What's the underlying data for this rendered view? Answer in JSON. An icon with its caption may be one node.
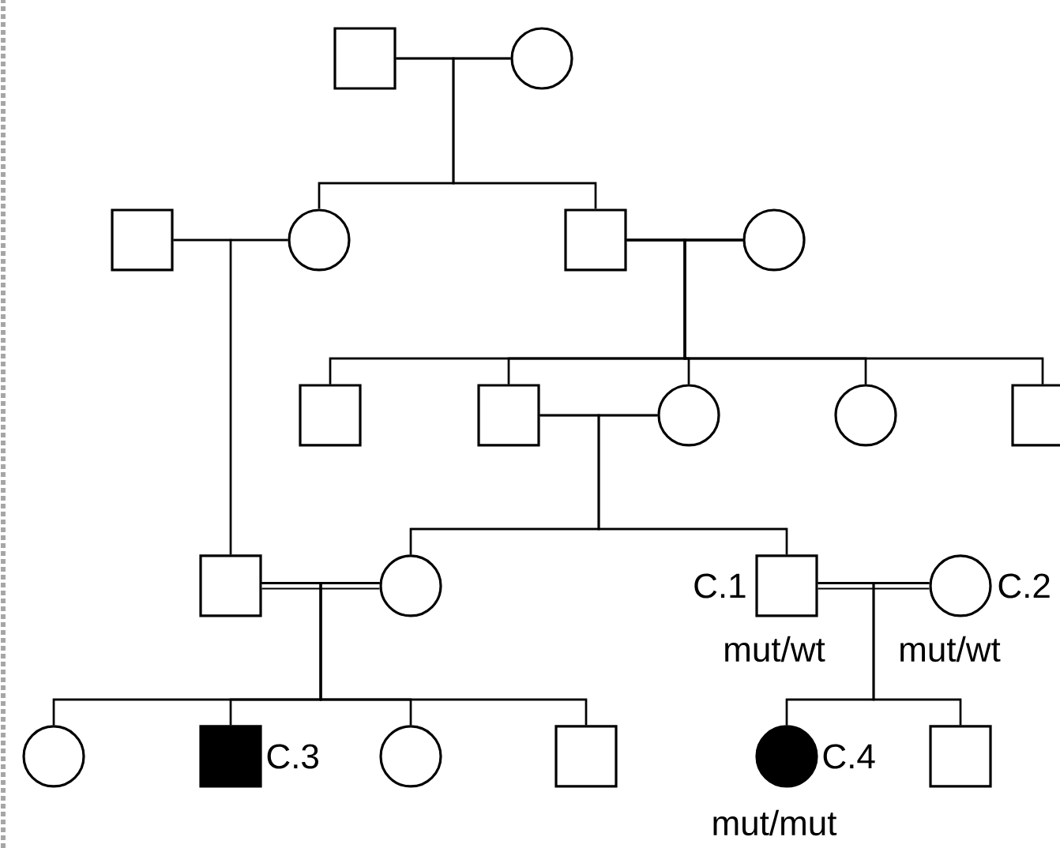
{
  "diagram": {
    "nodes": [
      {
        "text": [],
        "shape": "box"
      },
      {
        "text": [],
        "shape": "circle"
      },
      {
        "text": [],
        "shape": "box"
      },
      {
        "text": [],
        "shape": "circle"
      },
      {
        "text": [],
        "shape": "box"
      },
      {
        "text": [],
        "shape": "circle"
      },
      {
        "text": [],
        "shape": "box"
      },
      {
        "text": [],
        "shape": "box"
      },
      {
        "text": [],
        "shape": "circle"
      },
      {
        "text": [],
        "shape": "circle"
      },
      {
        "text": [],
        "shape": "box"
      },
      {
        "text": [],
        "shape": "box"
      },
      {
        "text": [],
        "shape": "circle"
      },
      {
        "text": [],
        "shape": "box",
        "beside": [
          "C.1",
          "mut/wt"
        ]
      },
      {
        "text": [],
        "shape": "circle",
        "beside": [
          "C.2",
          "mut/wt"
        ]
      },
      {
        "text": [],
        "shape": "circle"
      },
      {
        "text": [],
        "shape": "box",
        "beside": [
          "C.3"
        ]
      },
      {
        "text": [],
        "shape": "circle"
      },
      {
        "text": [],
        "shape": "box"
      },
      {
        "text": [],
        "shape": "circle",
        "beside": [
          "C.4",
          "mut/mut"
        ]
      },
      {
        "text": [],
        "shape": "box"
      }
    ],
    "edges": [
      {
        "from": 0,
        "to": 1,
        "arrow": "none"
      },
      {
        "from": 2,
        "to": 3,
        "arrow": "none"
      },
      {
        "from": 4,
        "to": 5,
        "arrow": "none"
      },
      {
        "from": 7,
        "to": 8,
        "arrow": "none"
      },
      {
        "from": 11,
        "to": 12,
        "arrow": "none",
        "style": "thick"
      },
      {
        "from": 13,
        "to": 14,
        "arrow": "none",
        "style": "thick"
      },
      {
        "from": 0,
        "to": 3,
        "arrow": "none"
      },
      {
        "from": 1,
        "to": 3,
        "arrow": "none"
      },
      {
        "from": 0,
        "to": 4,
        "arrow": "none"
      },
      {
        "from": 1,
        "to": 4,
        "arrow": "none"
      },
      {
        "from": 2,
        "to": 11,
        "arrow": "none"
      },
      {
        "from": 3,
        "to": 11,
        "arrow": "none"
      },
      {
        "from": 4,
        "to": 6,
        "arrow": "none"
      },
      {
        "from": 5,
        "to": 6,
        "arrow": "none"
      },
      {
        "from": 4,
        "to": 7,
        "arrow": "none"
      },
      {
        "from": 5,
        "to": 7,
        "arrow": "none"
      },
      {
        "from": 4,
        "to": 8,
        "arrow": "none"
      },
      {
        "from": 5,
        "to": 8,
        "arrow": "none"
      },
      {
        "from": 4,
        "to": 9,
        "arrow": "none"
      },
      {
        "from": 5,
        "to": 9,
        "arrow": "none"
      },
      {
        "from": 4,
        "to": 10,
        "arrow": "none"
      },
      {
        "from": 5,
        "to": 10,
        "arrow": "none"
      },
      {
        "from": 7,
        "to": 12,
        "arrow": "none"
      },
      {
        "from": 8,
        "to": 12,
        "arrow": "none"
      },
      {
        "from": 7,
        "to": 13,
        "arrow": "none"
      },
      {
        "from": 8,
        "to": 13,
        "arrow": "none"
      },
      {
        "from": 11,
        "to": 15,
        "arrow": "none"
      },
      {
        "from": 12,
        "to": 15,
        "arrow": "none"
      },
      {
        "from": 11,
        "to": 16,
        "arrow": "none"
      },
      {
        "from": 12,
        "to": 16,
        "arrow": "none"
      },
      {
        "from": 11,
        "to": 17,
        "arrow": "none"
      },
      {
        "from": 12,
        "to": 17,
        "arrow": "none"
      },
      {
        "from": 11,
        "to": 18,
        "arrow": "none"
      },
      {
        "from": 12,
        "to": 18,
        "arrow": "none"
      },
      {
        "from": 13,
        "to": 19,
        "arrow": "none"
      },
      {
        "from": 14,
        "to": 19,
        "arrow": "none"
      },
      {
        "from": 13,
        "to": 20,
        "arrow": "none"
      },
      {
        "from": 14,
        "to": 20,
        "arrow": "none"
      }
    ]
  }
}
